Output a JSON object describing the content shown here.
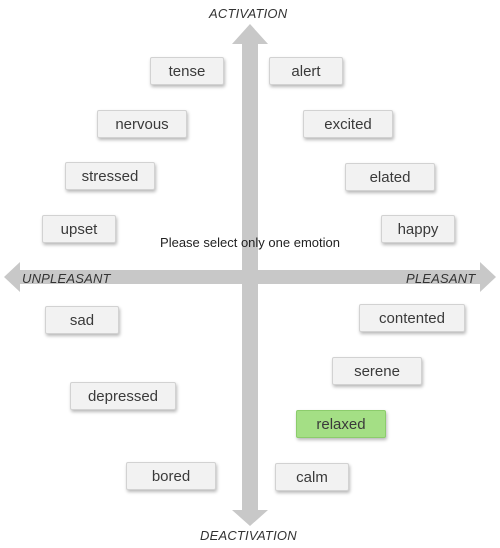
{
  "axes": {
    "top": "ACTIVATION",
    "bottom": "DEACTIVATION",
    "left": "UNPLEASANT",
    "right": "PLEASANT"
  },
  "instruction": "Please select only one emotion",
  "emotions": {
    "tense": "tense",
    "alert": "alert",
    "nervous": "nervous",
    "excited": "excited",
    "stressed": "stressed",
    "elated": "elated",
    "upset": "upset",
    "happy": "happy",
    "sad": "sad",
    "contented": "contented",
    "serene": "serene",
    "depressed": "depressed",
    "relaxed": "relaxed",
    "bored": "bored",
    "calm": "calm"
  },
  "selected": "relaxed",
  "colors": {
    "arrow": "#c8c8c8",
    "button_bg": "#f2f2f2",
    "selected_bg": "#a4df85"
  }
}
